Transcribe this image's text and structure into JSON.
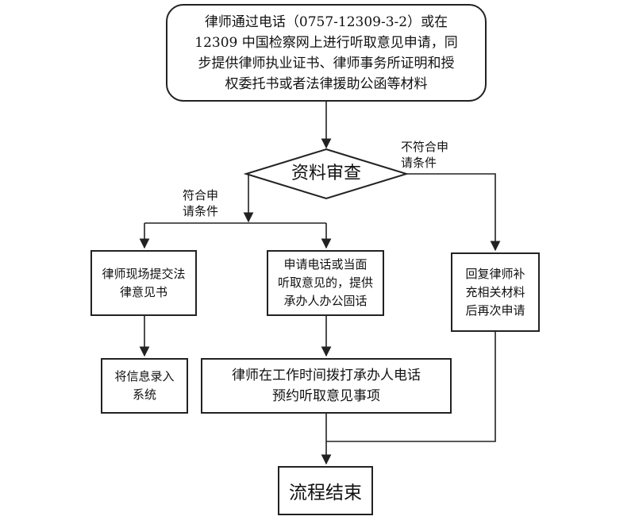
{
  "diagram": {
    "start_text": "律师通过电话（0757-12309-3-2）或在\n12309 中国检察网上进行听取意见申请，同\n步提供律师执业证书、律师事务所证明和授\n权委托书或者法律援助公函等材料",
    "decision_text": "资料审查",
    "label_yes": "符合申\n请条件",
    "label_no": "不符合申\n请条件",
    "box_onsite": "律师现场提交法\n律意见书",
    "box_phone": "申请电话或当面\n听取意见的，提供\n承办人办公固话",
    "box_resubmit": "回复律师补\n充相关材料\n后再次申请",
    "box_record": "将信息录入\n系统",
    "box_call": "律师在工作时间拨打承办人电话\n预约听取意见事项",
    "end_text": "流程结束"
  }
}
